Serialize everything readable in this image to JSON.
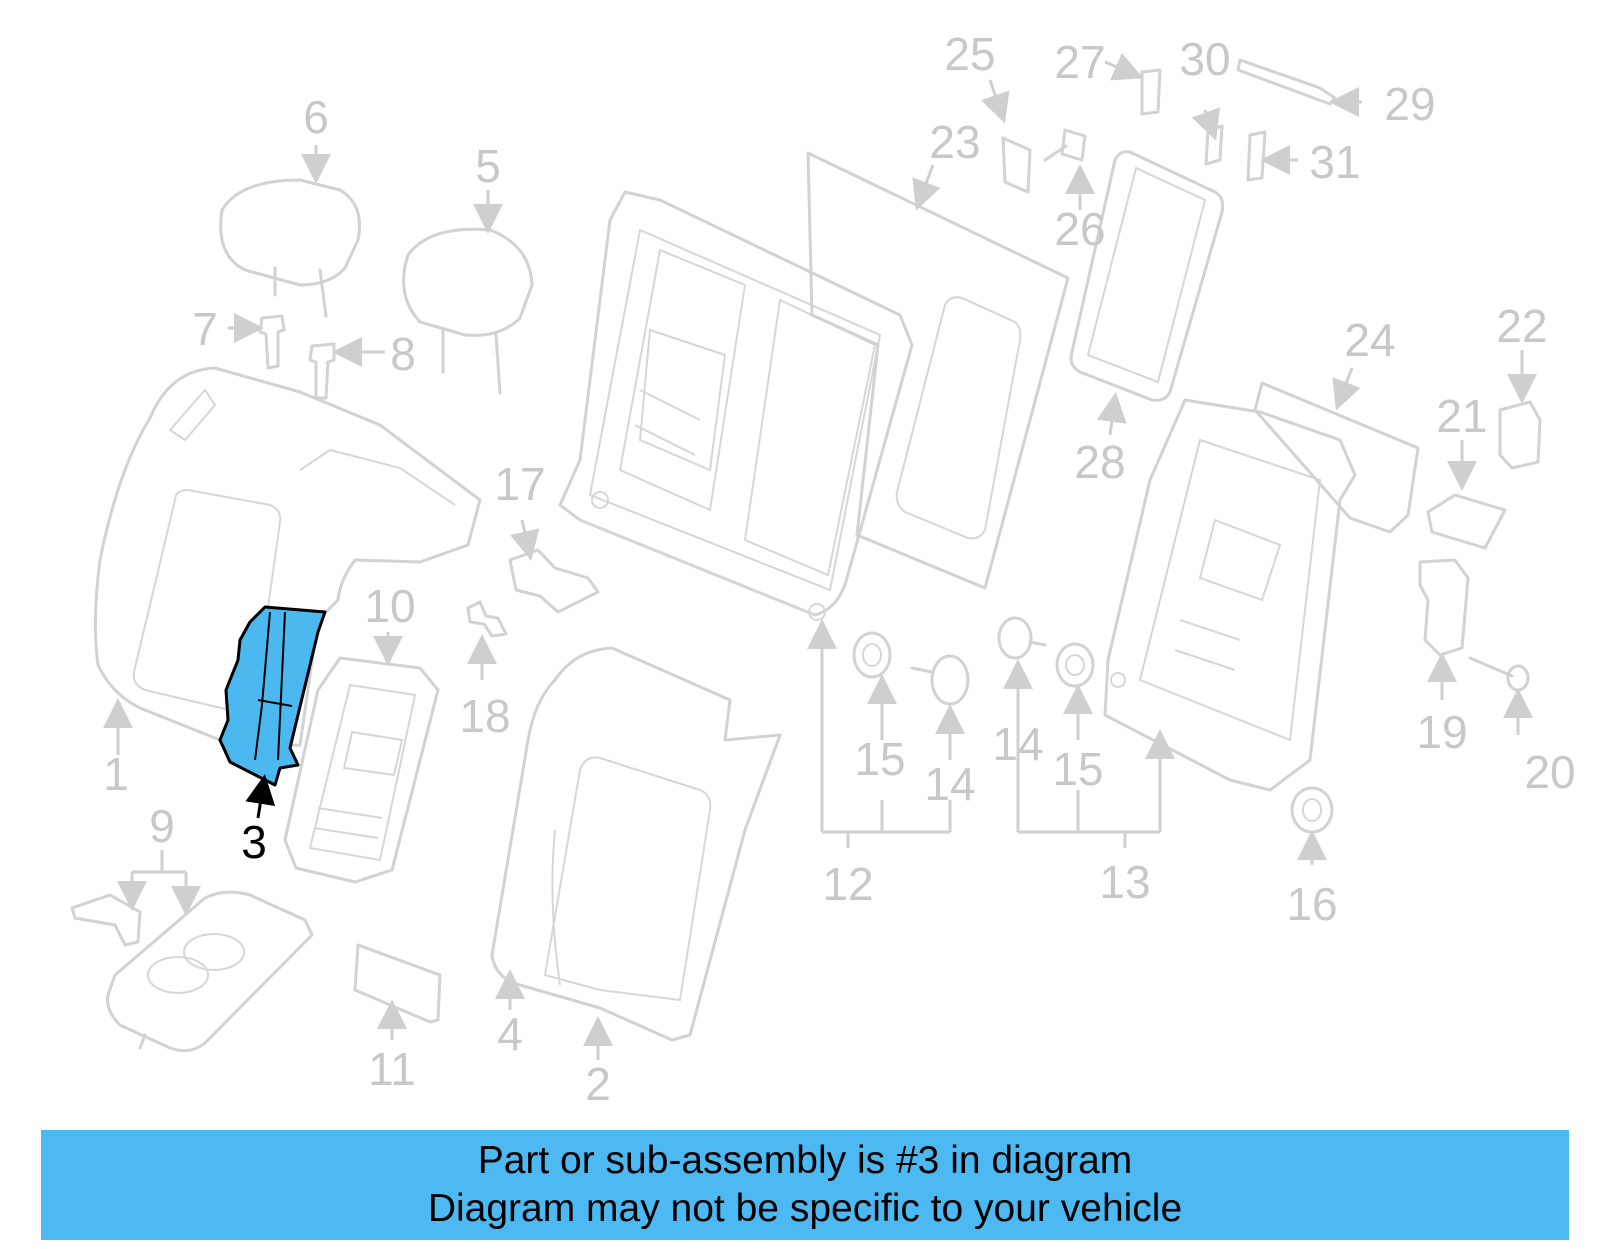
{
  "callouts": {
    "c1": "1",
    "c2": "2",
    "c3": "3",
    "c4": "4",
    "c5": "5",
    "c6": "6",
    "c7": "7",
    "c8": "8",
    "c9": "9",
    "c10": "10",
    "c11": "11",
    "c12": "12",
    "c13": "13",
    "c14a": "14",
    "c14b": "14",
    "c15a": "15",
    "c15b": "15",
    "c16": "16",
    "c17": "17",
    "c18": "18",
    "c19": "19",
    "c20": "20",
    "c21": "21",
    "c22": "22",
    "c23": "23",
    "c24": "24",
    "c25": "25",
    "c26": "26",
    "c27": "27",
    "c28": "28",
    "c29": "29",
    "c30": "30",
    "c31": "31"
  },
  "highlight": {
    "part": "3",
    "color": "#4db9f2"
  },
  "banner": {
    "line1": "Part or sub-assembly is #3 in diagram",
    "line2": "Diagram may not be specific to your vehicle"
  }
}
